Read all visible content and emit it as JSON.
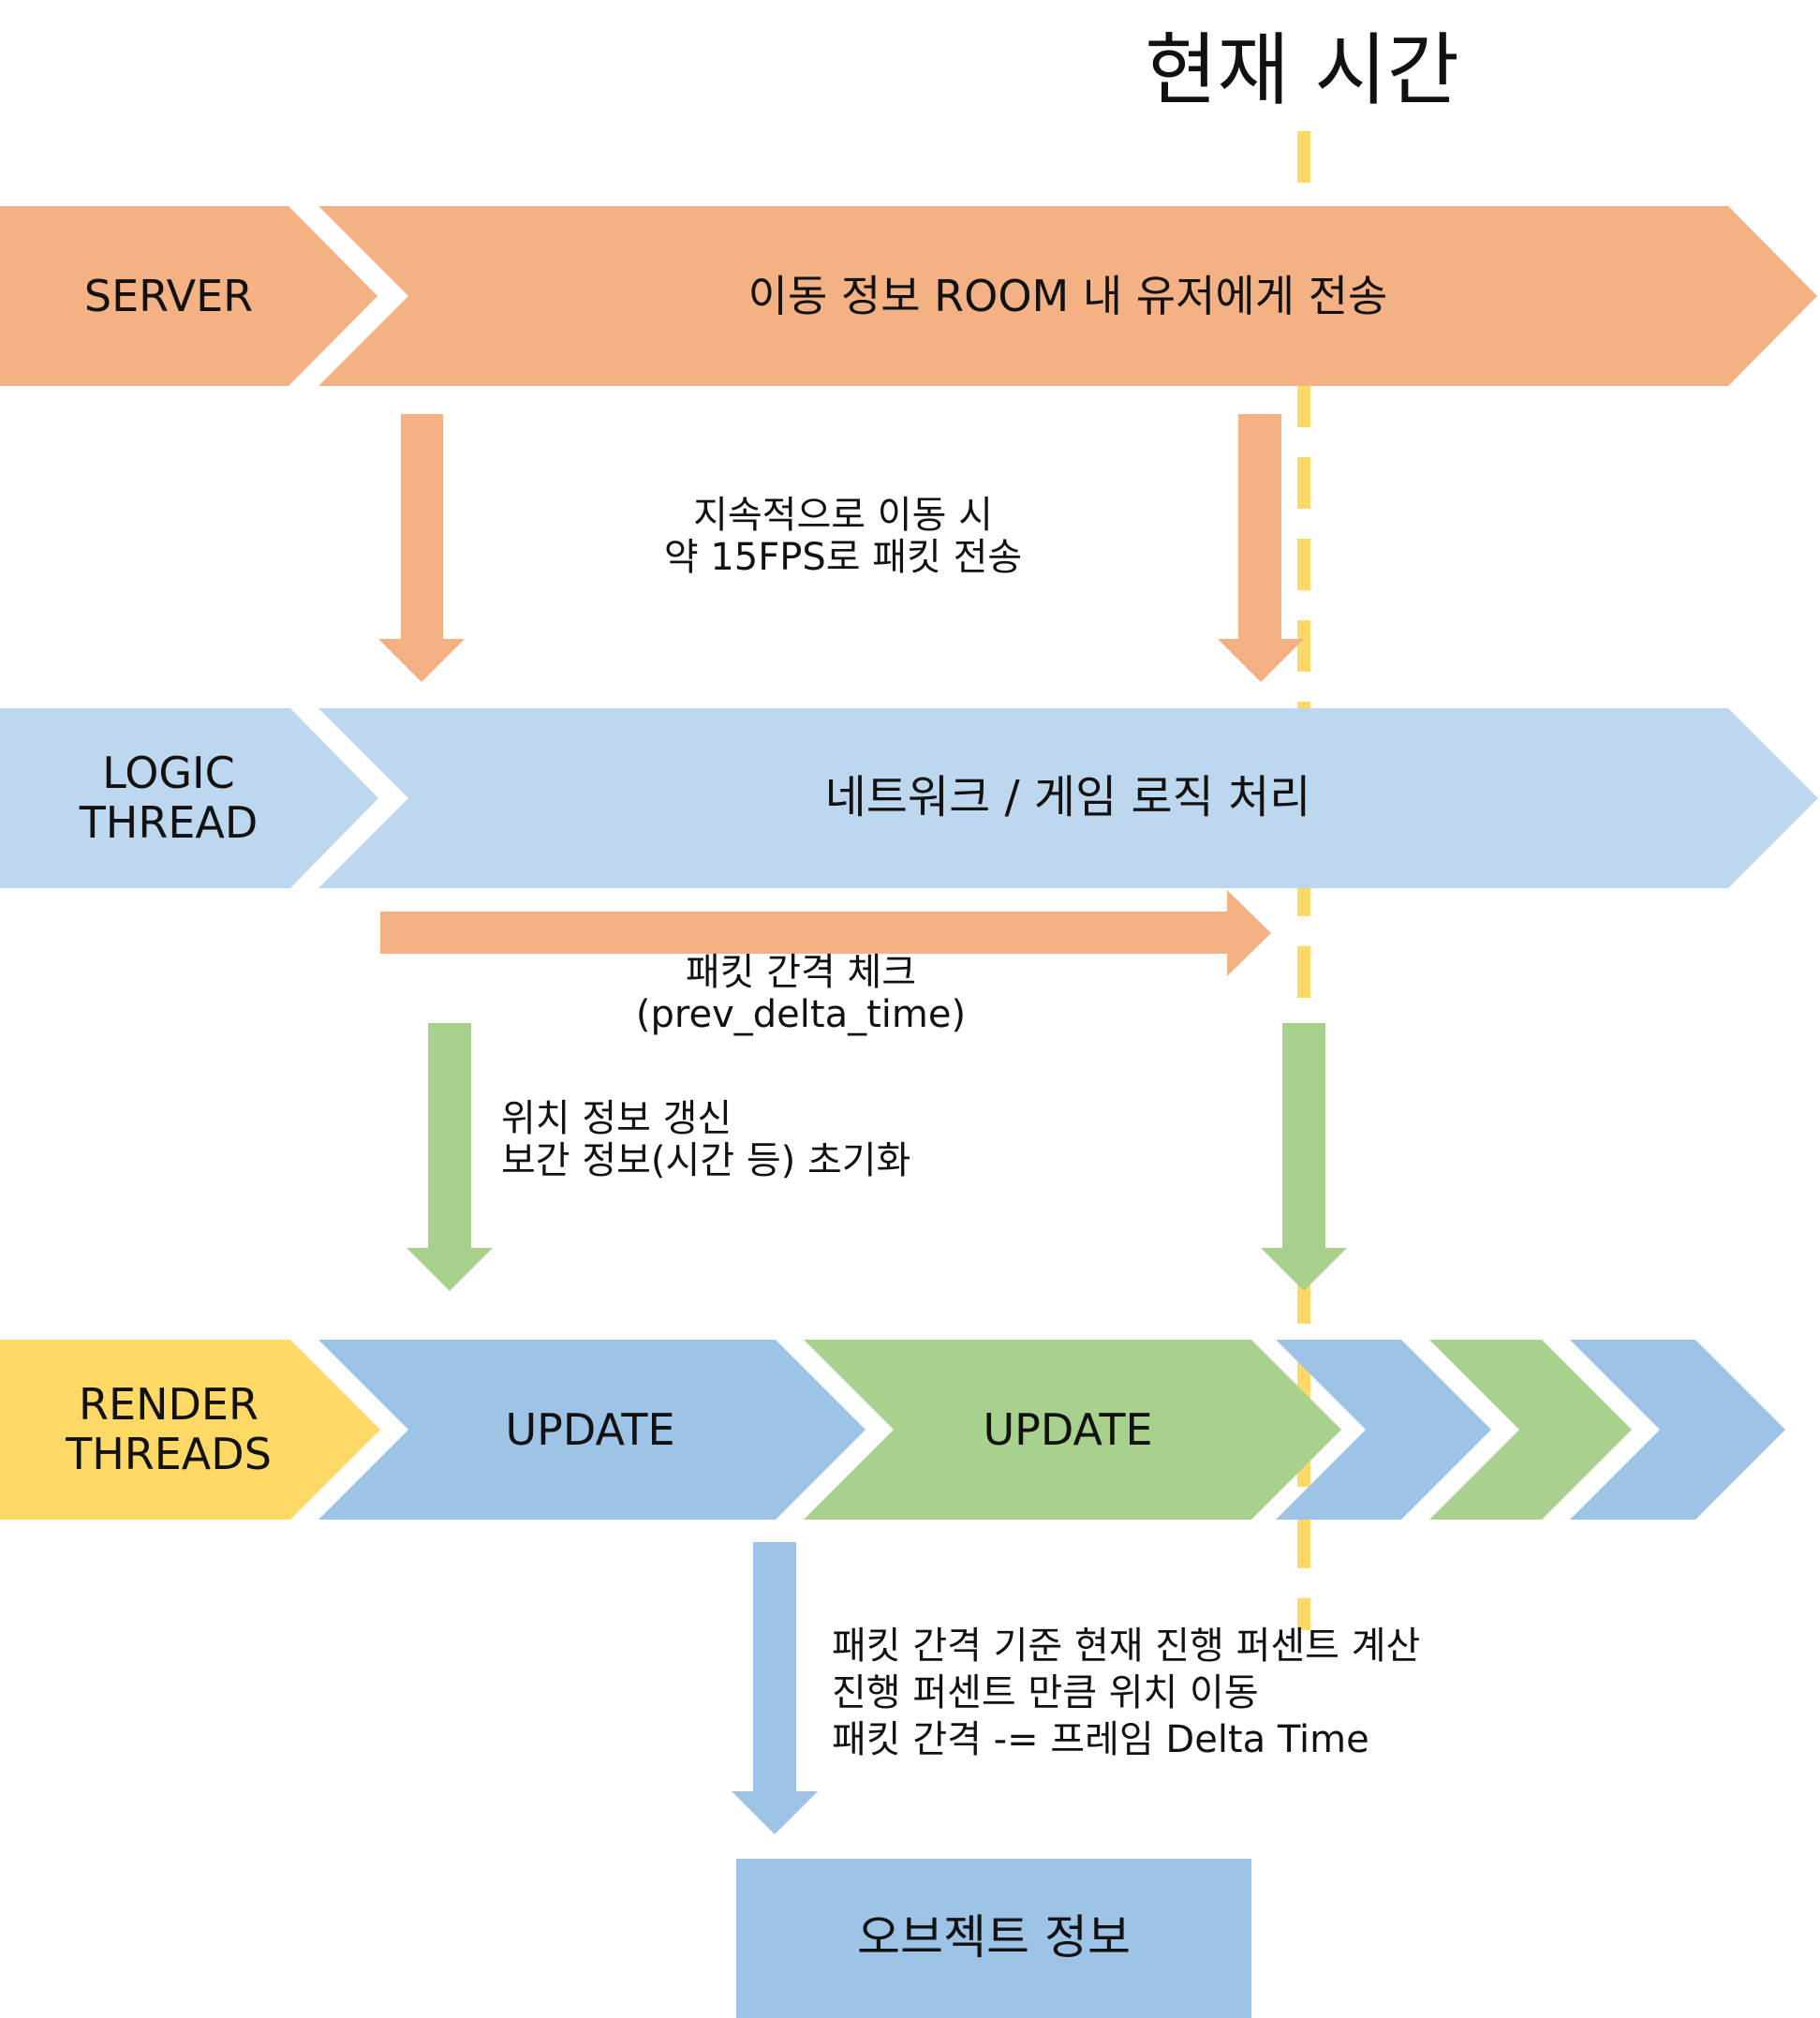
{
  "title": "현재 시간",
  "colors": {
    "server": "#F4B183",
    "logic": "#BDD7EE",
    "render": "#FFD966",
    "update_blue": "#9DC3E6",
    "update_green": "#A9D18E",
    "now_line": "#FFD966"
  },
  "server": {
    "label": "SERVER",
    "bar": "이동 정보 ROOM 내 유저에게 전송"
  },
  "server_note": "지속적으로 이동 시\n약 15FPS로 패킷 전송",
  "logic": {
    "label": "LOGIC\nTHREAD",
    "bar": "네트워크 / 게임 로직 처리"
  },
  "packet_note": "패킷 간격 체크\n(prev_delta_time)",
  "logic_note": "위치 정보 갱신\n보간 정보(시간 등) 초기화",
  "render": {
    "label": "RENDER\nTHREADS",
    "update_1": "UPDATE",
    "update_2": "UPDATE"
  },
  "render_note": "패킷 간격 기준 현재 진행 퍼센트 계산\n진행 퍼센트 만큼 위치 이동\n패킷 간격 -= 프레임 Delta Time",
  "object": {
    "label": "오브젝트 정보"
  }
}
